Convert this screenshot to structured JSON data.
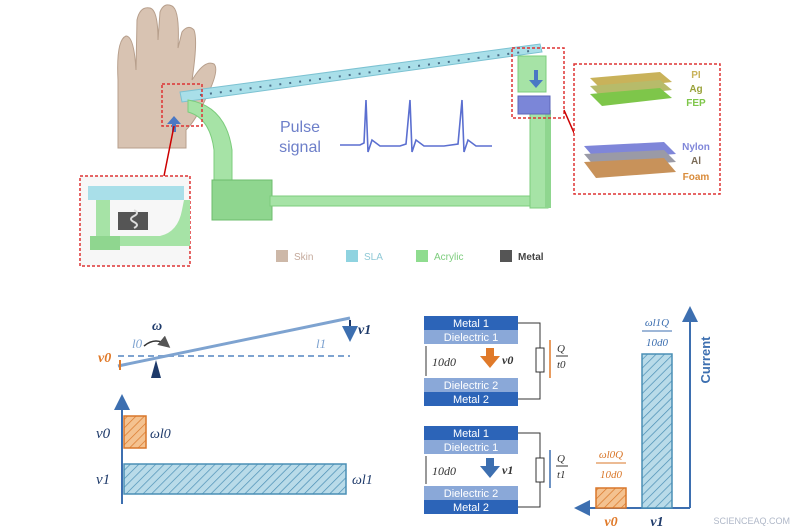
{
  "pulse": {
    "line1": "Pulse",
    "line2": "signal"
  },
  "layers_top": {
    "items": [
      "PI",
      "Ag",
      "FEP"
    ],
    "colors": [
      "#c9b25a",
      "#9aa23a",
      "#7ec64a"
    ]
  },
  "layers_bottom": {
    "items": [
      "Nylon",
      "Al",
      "Foam"
    ],
    "colors": [
      "#7f86d9",
      "#7a6b57",
      "#d98b3a"
    ]
  },
  "legend": {
    "items": [
      {
        "label": "Skin",
        "color": "#cdb8a8"
      },
      {
        "label": "SLA",
        "color": "#8fd3e0"
      },
      {
        "label": "Acrylic",
        "color": "#8fdc8f"
      },
      {
        "label": "Metal",
        "color": "#555555"
      }
    ]
  },
  "lever": {
    "omega": "ω",
    "v0": "v0",
    "v1": "v1",
    "l0": "l0",
    "l1": "l1"
  },
  "bars_left": {
    "v0": "v0",
    "v1": "v1",
    "small_label": "ωl0",
    "large_label": "ωl1"
  },
  "stack_top": {
    "layers": [
      "Metal 1",
      "Dielectric 1",
      "Dielectric 2",
      "Metal 2"
    ],
    "gap": "10d0",
    "velocity": "v0",
    "charge_num": "Q",
    "charge_den": "t0"
  },
  "stack_bottom": {
    "layers": [
      "Metal 1",
      "Dielectric 1",
      "Dielectric 2",
      "Metal 2"
    ],
    "gap": "10d0",
    "velocity": "v1",
    "charge_num": "Q",
    "charge_den": "t1"
  },
  "current_chart": {
    "axis_label": "Current",
    "bar_v0_num": "ωl0Q",
    "bar_v0_den": "10d0",
    "bar_v1_num": "ωl1Q",
    "bar_v1_den": "10d0",
    "x_v0": "v0",
    "x_v1": "v1"
  },
  "watermark": "SCIENCEAQ.COM"
}
